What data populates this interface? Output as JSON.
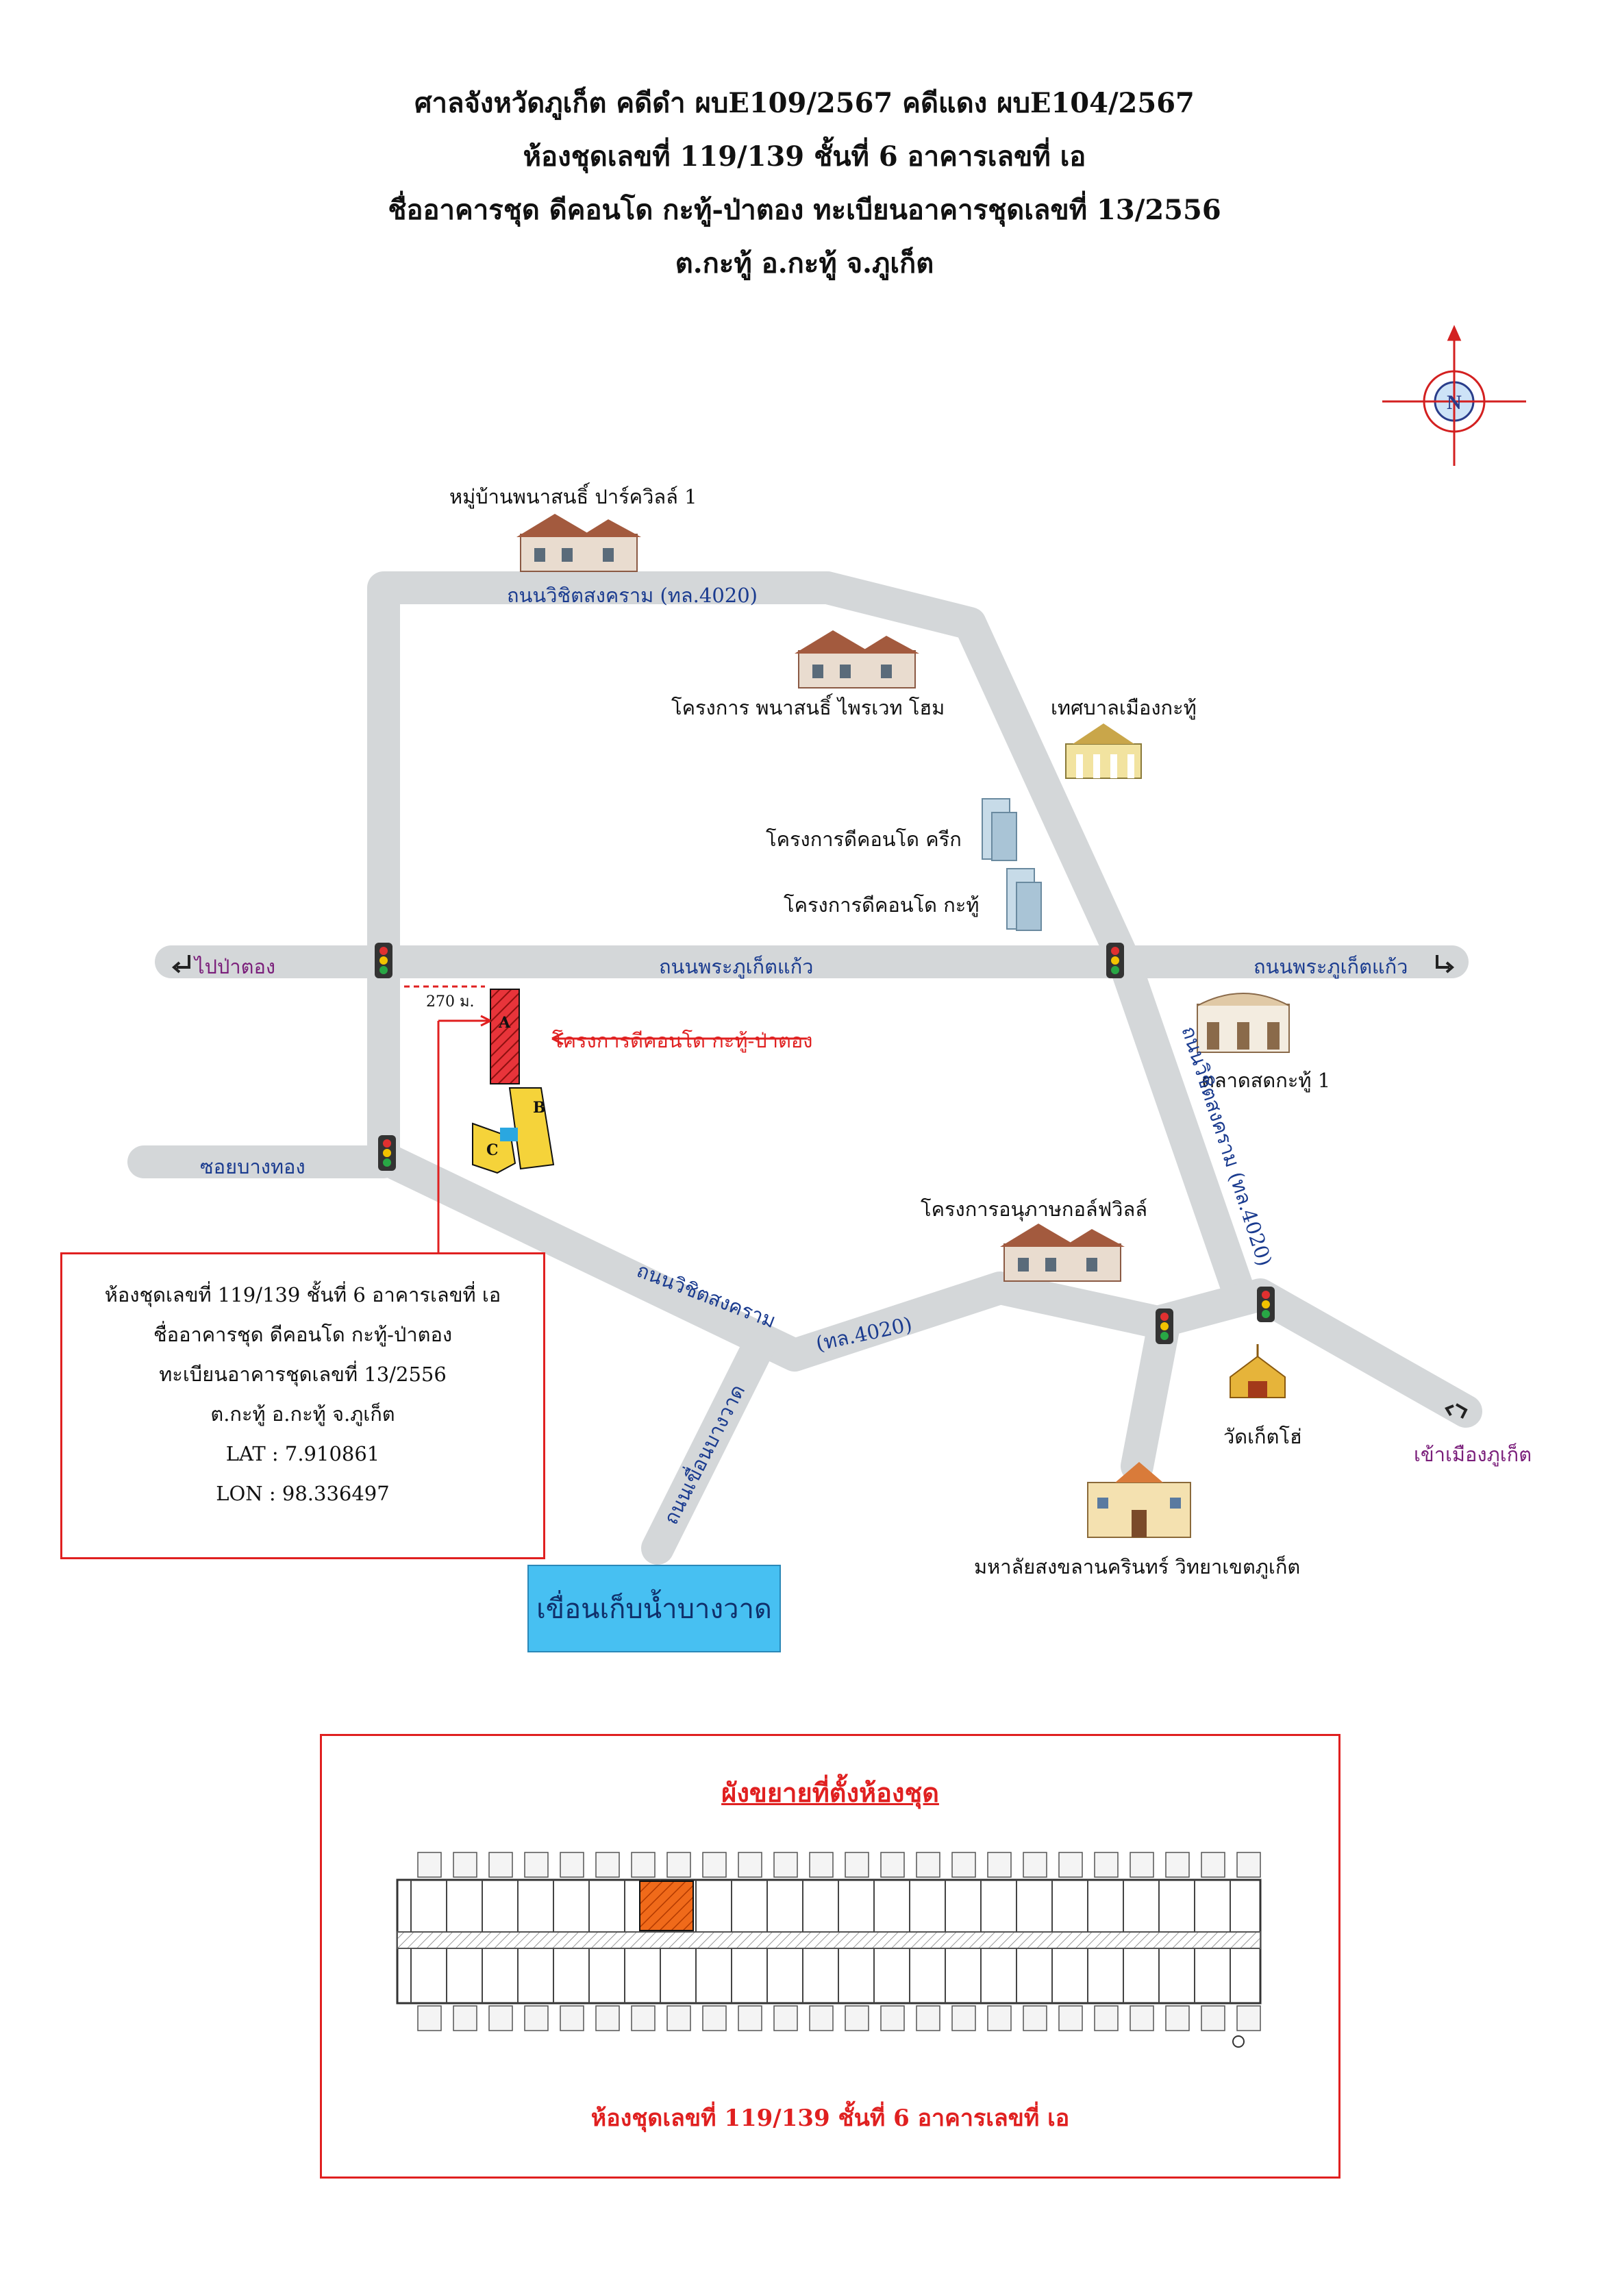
{
  "header": {
    "line1": "ศาลจังหวัดภูเก็ต คดีดำ ผบE109/2567 คดีแดง ผบE104/2567",
    "line2": "ห้องชุดเลขที่ 119/139 ชั้นที่ 6 อาคารเลขที่ เอ",
    "line3": "ชื่ออาคารชุด ดีคอนโด กะทู้-ป่าตอง ทะเบียนอาคารชุดเลขที่ 13/2556",
    "line4": "ต.กะทู้ อ.กะทู้ จ.ภูเก็ต"
  },
  "compass": {
    "letter": "N"
  },
  "landmarks": {
    "village1": "หมู่บ้านพนาสนธิ์ ปาร์ควิลล์ 1",
    "private_home": "โครงการ พนาสนธิ์ ไพรเวท โฮม",
    "municipality": "เทศบาลเมืองกะทู้",
    "dcondo_creek": "โครงการดีคอนโด ครีก",
    "dcondo_kathu": "โครงการดีคอนโด กะทู้",
    "market": "ตลาดสดกะทู้ 1",
    "golf_villa": "โครงการอนุภาษกอล์ฟวิลล์",
    "temple": "วัดเก็ตโฮ่",
    "university": "มหาลัยสงขลานครินทร์ วิทยาเขตภูเก็ต",
    "dam": "เขื่อนเก็บน้ำบางวาด"
  },
  "roads": {
    "top_road": "ถนนวิชิตสงคราม (ทล.4020)",
    "middle_left": "ถนนพระภูเก็ตแก้ว",
    "middle_right": "ถนนพระภูเก็ตแก้ว",
    "diagonal_right": "ถนนวิชิตสงคราม (ทล.4020)",
    "soi_bangthong": "ซอยบางทอง",
    "lower_road_name": "ถนนวิชิตสงคราม",
    "lower_road_code": "(ทล.4020)",
    "dam_road": "ถนนเขื่อนบางวาด"
  },
  "directions": {
    "to_patong": "ไปป่าตอง",
    "to_phuket": "เข้าเมืองภูเก็ต"
  },
  "project": {
    "label": "โครงการดีคอนโด กะทู้-ป่าตอง",
    "distance": "270 ม.",
    "building_a": "A",
    "building_b": "B",
    "building_c": "C"
  },
  "info_box": {
    "line1": "ห้องชุดเลขที่ 119/139 ชั้นที่ 6 อาคารเลขที่ เอ",
    "line2": "ชื่ออาคารชุด ดีคอนโด กะทู้-ป่าตอง",
    "line3": "ทะเบียนอาคารชุดเลขที่ 13/2556",
    "line4": "ต.กะทู้ อ.กะทู้ จ.ภูเก็ต",
    "lat": "LAT : 7.910861",
    "lon": "LON : 98.336497"
  },
  "floor_plan": {
    "title": "ผังขยายที่ตั้งห้องชุด",
    "caption": "ห้องชุดเลขที่ 119/139 ชั้นที่ 6 อาคารเลขที่ เอ"
  },
  "colors": {
    "road": "#d4d7d9",
    "accent_red": "#e02020",
    "building_yellow": "#f5d33a",
    "dam_blue": "#47c0f2",
    "highlight_orange": "#f06a1a"
  }
}
